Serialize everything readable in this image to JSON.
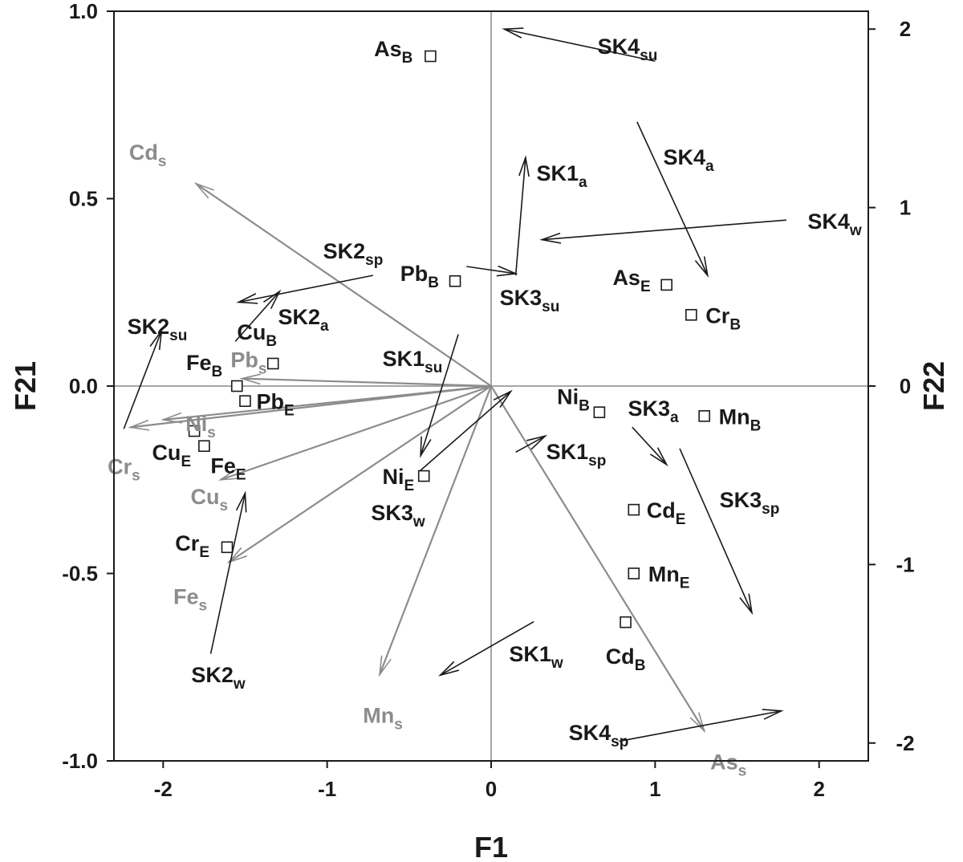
{
  "chart_data": {
    "type": "scatter",
    "xlabel": "F1",
    "ylabel_left": "F21",
    "ylabel_right": "F22",
    "xlim": [
      -2.3,
      2.3
    ],
    "ylim_left": [
      -1.0,
      1.0
    ],
    "ylim_right": [
      -2.1,
      2.1
    ],
    "x_ticks": [
      "-2",
      "-1",
      "0",
      "1",
      "2"
    ],
    "y_left_ticks": [
      "-1.0",
      "-0.5",
      "0.0",
      "0.5",
      "1.0"
    ],
    "y_right_ticks": [
      "-2",
      "-1",
      "0",
      "1",
      "2"
    ],
    "x_tick_values": [
      -2,
      -1,
      0,
      1,
      2
    ],
    "y_left_tick_values": [
      -1.0,
      -0.5,
      0.0,
      0.5,
      1.0
    ],
    "y_right_tick_values": [
      -2,
      -1,
      0,
      1,
      2
    ],
    "grid": false,
    "colors": {
      "sediment": "#8c8c8c",
      "foreground": "#1a1a1a",
      "zero_line": "#a6a6a6"
    },
    "variables": [
      {
        "name": "Cd",
        "sub": "s",
        "x": -1.8,
        "y": 0.54
      },
      {
        "name": "Pb",
        "sub": "s",
        "x": -1.52,
        "y": 0.02
      },
      {
        "name": "Ni",
        "sub": "s",
        "x": -2.0,
        "y": -0.09
      },
      {
        "name": "Cr",
        "sub": "s",
        "x": -2.2,
        "y": -0.11
      },
      {
        "name": "Cu",
        "sub": "s",
        "x": -1.65,
        "y": -0.25
      },
      {
        "name": "Fe",
        "sub": "s",
        "x": -1.6,
        "y": -0.47
      },
      {
        "name": "Mn",
        "sub": "s",
        "x": -0.68,
        "y": -0.77
      },
      {
        "name": "As",
        "sub": "s",
        "x": 1.3,
        "y": -0.92
      }
    ],
    "objects": [
      {
        "name": "As",
        "sub": "B",
        "x": -0.37,
        "y": 0.88
      },
      {
        "name": "Pb",
        "sub": "B",
        "x": -0.22,
        "y": 0.28
      },
      {
        "name": "Cu",
        "sub": "B",
        "x": -1.33,
        "y": 0.06
      },
      {
        "name": "Fe",
        "sub": "B",
        "x": -1.55,
        "y": 0.0
      },
      {
        "name": "Pb",
        "sub": "E",
        "x": -1.5,
        "y": -0.04
      },
      {
        "name": "Cu",
        "sub": "E",
        "x": -1.81,
        "y": -0.12
      },
      {
        "name": "Fe",
        "sub": "E",
        "x": -1.75,
        "y": -0.16
      },
      {
        "name": "Ni",
        "sub": "E",
        "x": -0.41,
        "y": -0.24
      },
      {
        "name": "Cr",
        "sub": "E",
        "x": -1.61,
        "y": -0.43
      },
      {
        "name": "As",
        "sub": "E",
        "x": 1.07,
        "y": 0.27
      },
      {
        "name": "Cr",
        "sub": "B",
        "x": 1.22,
        "y": 0.19
      },
      {
        "name": "Ni",
        "sub": "B",
        "x": 0.66,
        "y": -0.07
      },
      {
        "name": "Mn",
        "sub": "B",
        "x": 1.3,
        "y": -0.08
      },
      {
        "name": "Cd",
        "sub": "E",
        "x": 0.87,
        "y": -0.33
      },
      {
        "name": "Mn",
        "sub": "E",
        "x": 0.87,
        "y": -0.5
      },
      {
        "name": "Cd",
        "sub": "B",
        "x": 0.82,
        "y": -0.63
      }
    ],
    "trajectories": [
      {
        "name": "SK4",
        "sub": "su",
        "x0": 1.0,
        "y0": 1.82,
        "x1": 0.08,
        "y1": 2.0
      },
      {
        "name": "SK4",
        "sub": "a",
        "x0": 0.89,
        "y0": 1.48,
        "x1": 1.32,
        "y1": 0.62
      },
      {
        "name": "SK4",
        "sub": "w",
        "x0": 1.8,
        "y0": 0.93,
        "x1": 0.31,
        "y1": 0.82
      },
      {
        "name": "SK1",
        "sub": "a",
        "x0": 0.15,
        "y0": 0.62,
        "x1": 0.21,
        "y1": 1.28
      },
      {
        "name": "SK3",
        "sub": "su",
        "x0": -0.15,
        "y0": 0.67,
        "x1": 0.15,
        "y1": 0.63
      },
      {
        "name": "SK2",
        "sub": "sp",
        "x0": -0.72,
        "y0": 0.62,
        "x1": -1.54,
        "y1": 0.47
      },
      {
        "name": "SK2",
        "sub": "a",
        "x0": -1.56,
        "y0": 0.25,
        "x1": -1.29,
        "y1": 0.53
      },
      {
        "name": "SK2",
        "sub": "su",
        "x0": -2.24,
        "y0": -0.24,
        "x1": -2.01,
        "y1": 0.31
      },
      {
        "name": "SK1",
        "sub": "su",
        "x0": -0.2,
        "y0": 0.29,
        "x1": -0.43,
        "y1": -0.39
      },
      {
        "name": "SK3",
        "sub": "a",
        "x0": 0.86,
        "y0": -0.23,
        "x1": 1.07,
        "y1": -0.44
      },
      {
        "name": "SK3",
        "sub": "sp",
        "x0": 1.15,
        "y0": -0.35,
        "x1": 1.59,
        "y1": -1.27
      },
      {
        "name": "SK1",
        "sub": "sp",
        "x0": 0.15,
        "y0": -0.37,
        "x1": 0.33,
        "y1": -0.28
      },
      {
        "name": "SK3",
        "sub": "w",
        "x0": -0.44,
        "y0": -0.48,
        "x1": 0.12,
        "y1": -0.03
      },
      {
        "name": "SK2",
        "sub": "w",
        "x0": -1.71,
        "y0": -1.5,
        "x1": -1.5,
        "y1": -0.6
      },
      {
        "name": "SK1",
        "sub": "w",
        "x0": 0.26,
        "y0": -1.32,
        "x1": -0.31,
        "y1": -1.62
      },
      {
        "name": "SK4",
        "sub": "sp",
        "x0": 0.78,
        "y0": -1.99,
        "x1": 1.77,
        "y1": -1.82
      }
    ]
  }
}
